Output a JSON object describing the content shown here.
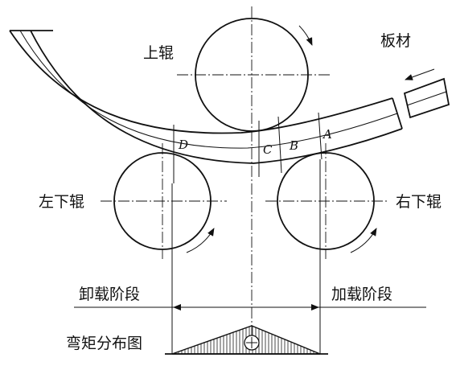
{
  "labels": {
    "upper_roll": "上辊",
    "sheet": "板材",
    "left_lower_roll": "左下辊",
    "right_lower_roll": "右下辊",
    "unloading_stage": "卸载阶段",
    "loading_stage": "加载阶段",
    "moment_distribution": "弯矩分布图"
  },
  "points": {
    "a": "A",
    "b": "B",
    "c": "C",
    "d": "D"
  },
  "colors": {
    "ink": "#111111",
    "hatch": "#333333",
    "background": "#ffffff"
  }
}
